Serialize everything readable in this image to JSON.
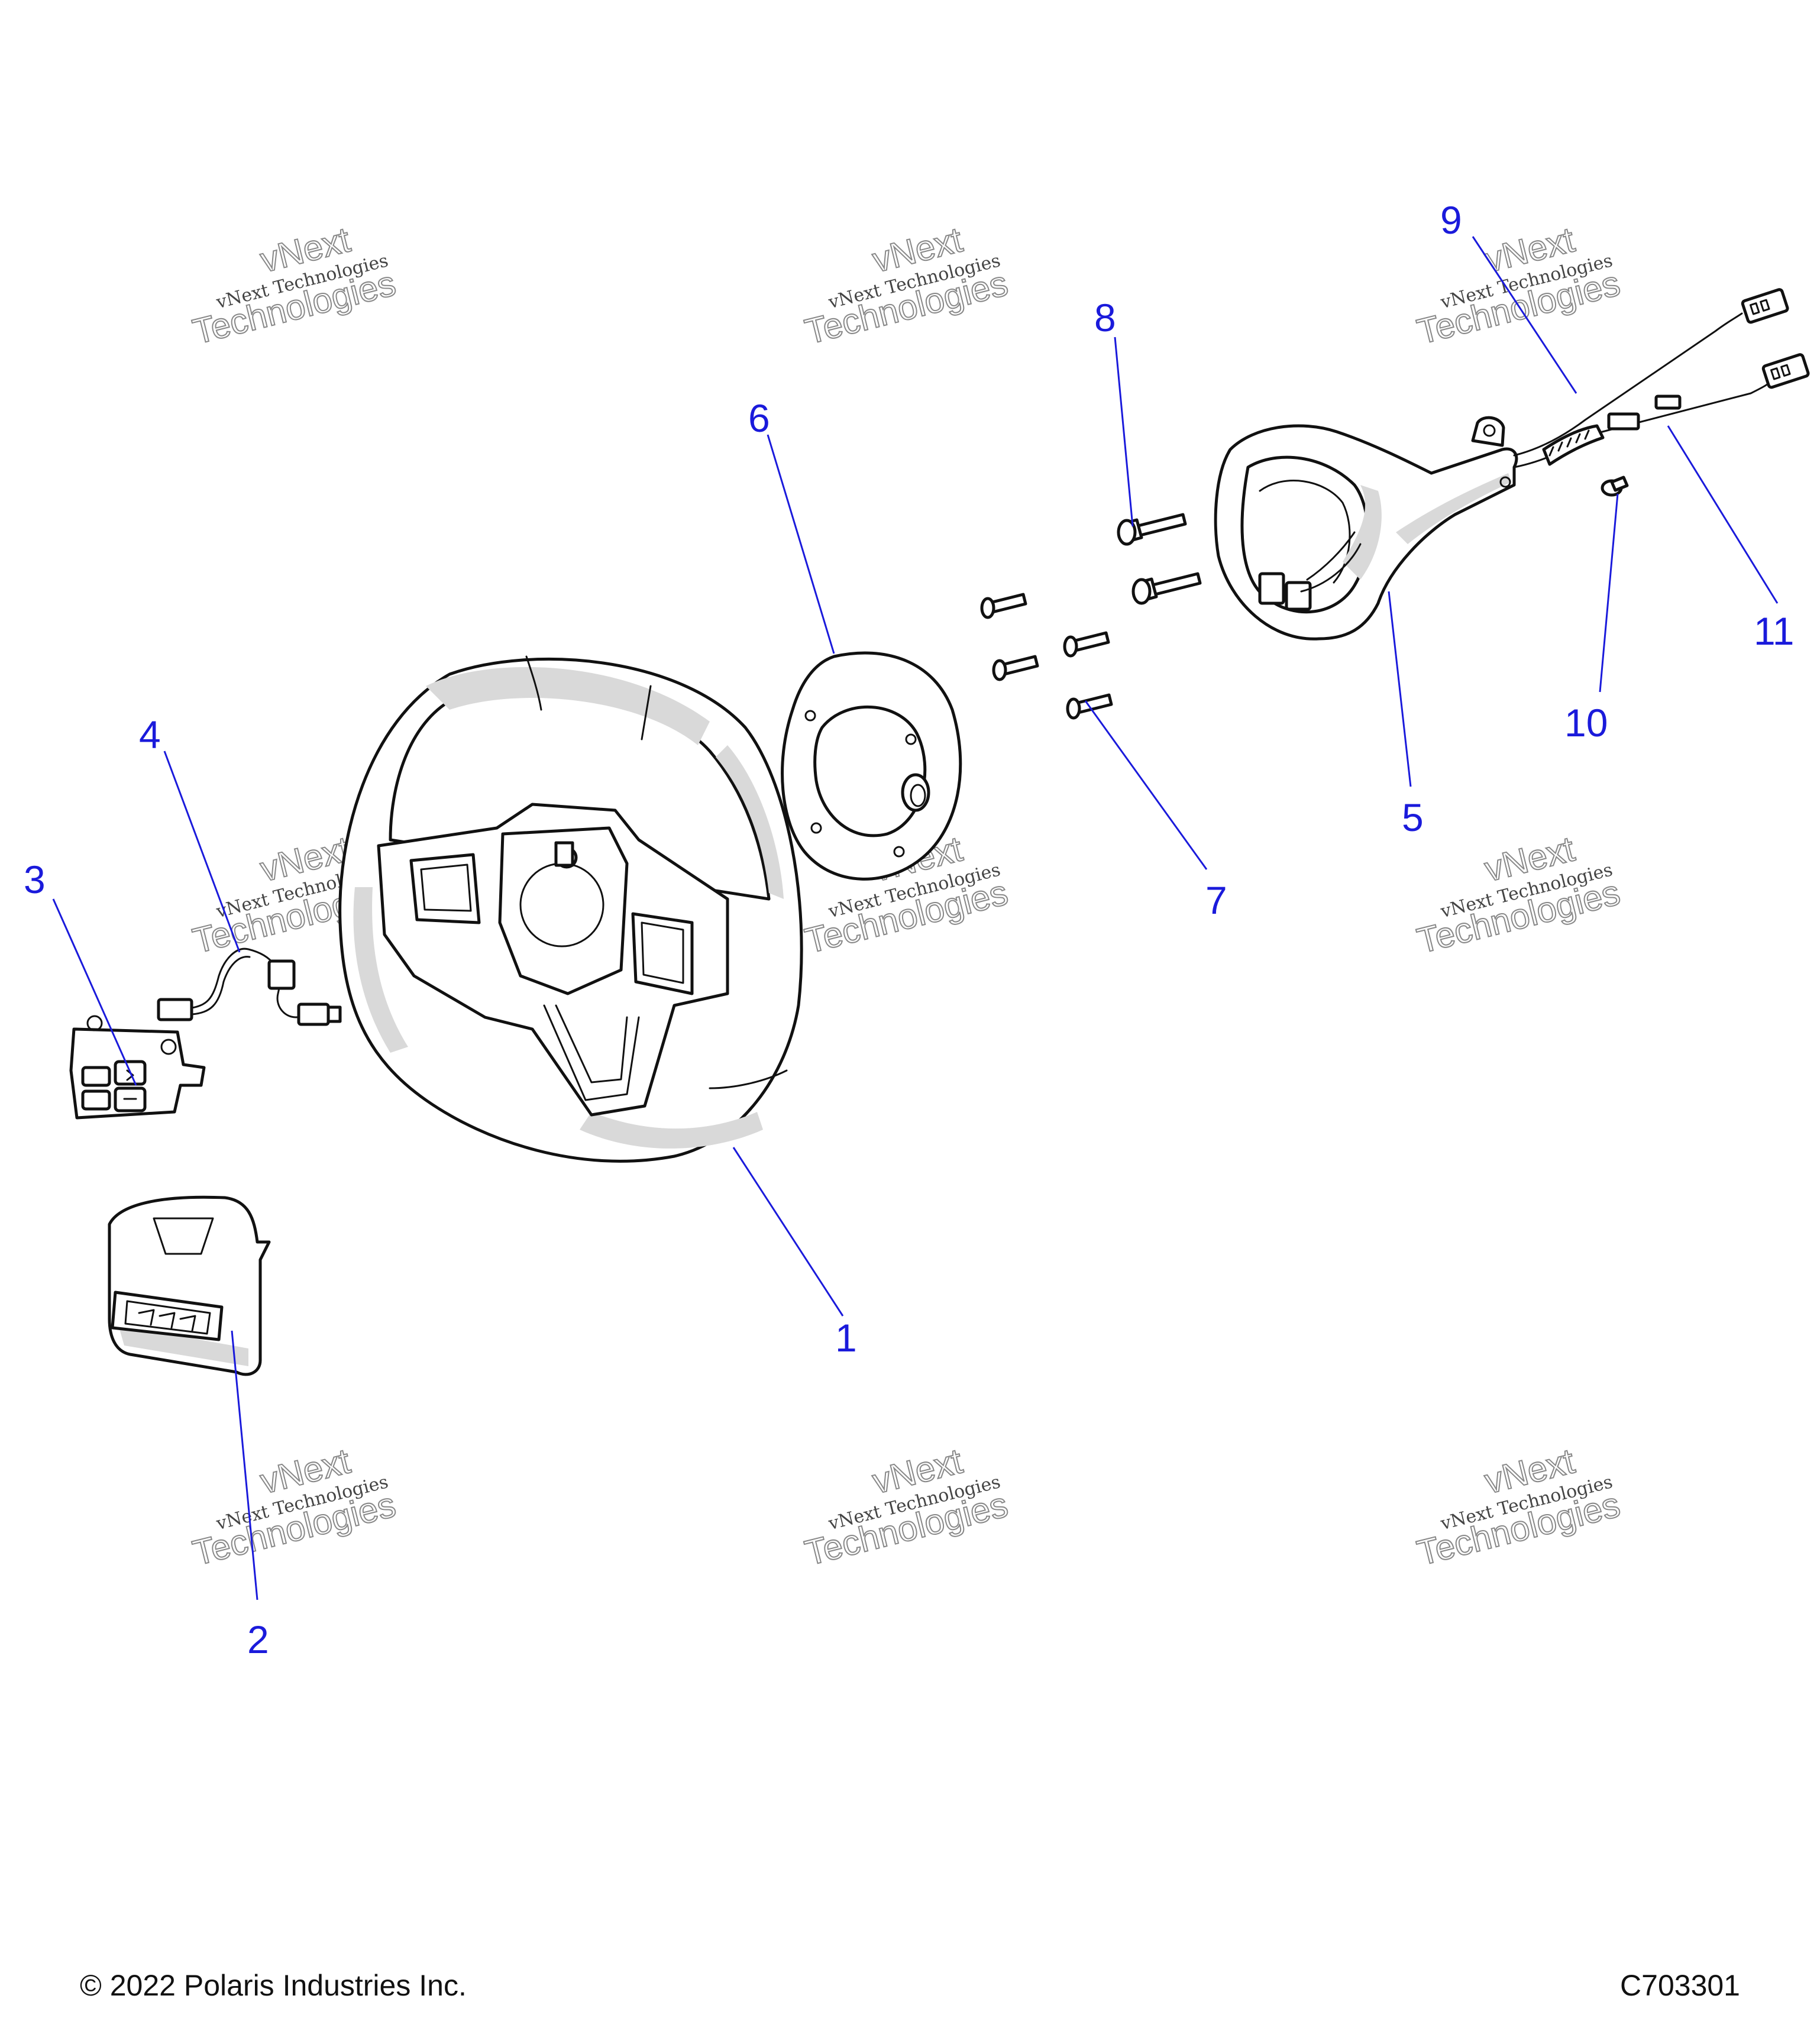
{
  "callouts": [
    "1",
    "2",
    "3",
    "4",
    "5",
    "6",
    "7",
    "8",
    "9",
    "10",
    "11"
  ],
  "watermark": {
    "line_top": "vNext",
    "line_main": "vNext Technologies",
    "line_big": "Technologies"
  },
  "footer": {
    "copyright": "© 2022 Polaris Industries Inc.",
    "code": "C703301"
  },
  "colors": {
    "callout": "#1a1adb",
    "line": "#111111",
    "shade": "#d9d9d9"
  }
}
